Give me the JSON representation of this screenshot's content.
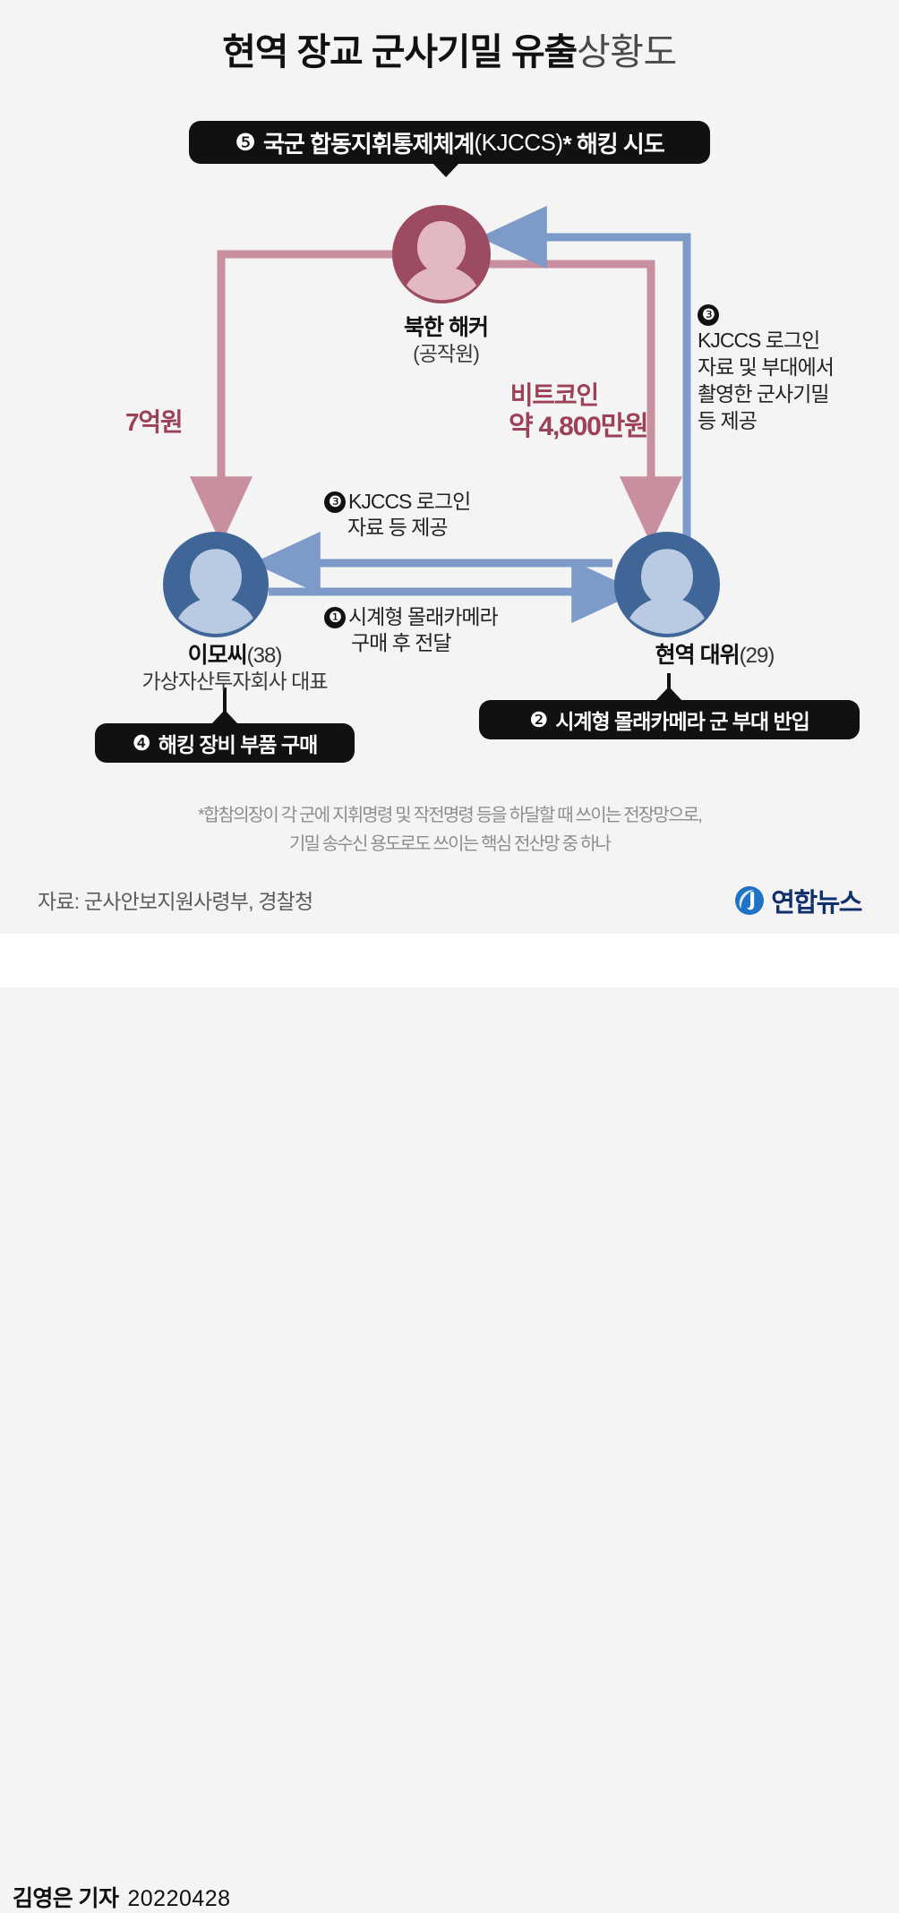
{
  "title": {
    "bold": "현역 장교 군사기밀 유출",
    "light": "상황도"
  },
  "colors": {
    "background": "#f4f4f4",
    "pink_line": "#c8909f",
    "blue_line": "#7d9bc8",
    "money_text": "#9c4158",
    "avatar_red_dark": "#9c4b60",
    "avatar_red_light": "#e2b9c2",
    "avatar_blue_dark": "#3f6697",
    "avatar_blue_light": "#b9cae2",
    "pill_bg": "#111111",
    "logo_navy": "#12306b",
    "logo_blue": "#1f73c4"
  },
  "callouts": {
    "step5": {
      "num": "❺",
      "text": "국군 합동지휘통제체계",
      "sub": "(KJCCS)",
      "tail": "* 해킹 시도"
    },
    "step2": {
      "num": "❷",
      "text": "시계형 몰래카메라 군 부대 반입"
    },
    "step4": {
      "num": "❹",
      "text": "해킹 장비 부품 구매"
    }
  },
  "nodes": {
    "hacker": {
      "name": "북한 해커",
      "sub": "(공작원)",
      "avatar_icon": "person-avatar-icon"
    },
    "lee": {
      "name": "이모씨",
      "age": "(38)",
      "sub": "가상자산투자회사 대표",
      "avatar_icon": "person-avatar-icon"
    },
    "captain": {
      "name": "현역 대위",
      "age": "(29)",
      "sub": "",
      "avatar_icon": "person-avatar-icon"
    }
  },
  "flows": {
    "money_left": "7억원",
    "money_right_line1": "비트코인",
    "money_right_line2": "약 4,800만원",
    "step3_center": {
      "num": "❸",
      "line1": "KJCCS 로그인",
      "line2": "자료 등 제공"
    },
    "step1_center": {
      "num": "❶",
      "line1": "시계형 몰래카메라",
      "line2": "구매 후 전달"
    },
    "step3_right": {
      "num": "❸",
      "line1": "KJCCS 로그인",
      "line2": "자료 및 부대에서",
      "line3": "촬영한 군사기밀",
      "line4": "등 제공"
    }
  },
  "footnote": {
    "line1": "*합참의장이 각 군에 지휘명령 및 작전명령 등을 하달할 때 쓰이는 전장망으로,",
    "line2": "기밀 송수신 용도로도 쓰이는 핵심 전산망 중 하나"
  },
  "source": "자료: 군사안보지원사령부, 경찰청",
  "logo": {
    "text": "연합뉴스",
    "icon": "yonhap-swirl-icon"
  },
  "byline": {
    "reporter": "김영은 기자",
    "date": "20220428"
  }
}
